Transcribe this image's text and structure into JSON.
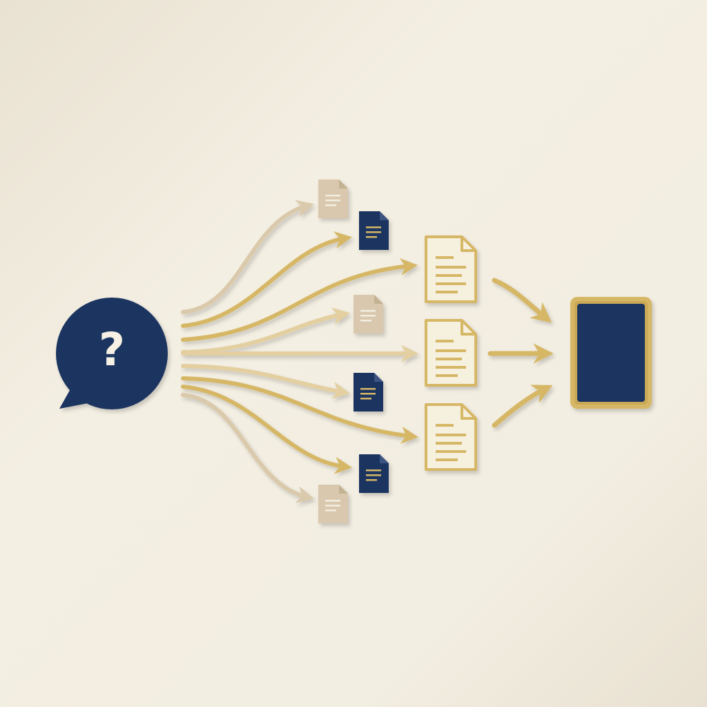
{
  "question_bubble": {
    "glyph": "?",
    "icon": "question-bubble-icon",
    "color": "#1e3561"
  },
  "sources": {
    "icon": "document-icon",
    "count": 6,
    "tones": [
      "beige",
      "navy",
      "beige",
      "navy",
      "navy",
      "beige"
    ]
  },
  "ranked_documents": {
    "icon": "outlined-document-icon",
    "count": 3
  },
  "answer_tablet": {
    "icon": "tablet-icon",
    "screen_color": "#1e3561"
  },
  "palette": {
    "background": "#f3eee2",
    "navy": "#1e3561",
    "gold": "#d6b766",
    "beige": "#d9c8ad",
    "light_gold": "#e8d6a6"
  }
}
